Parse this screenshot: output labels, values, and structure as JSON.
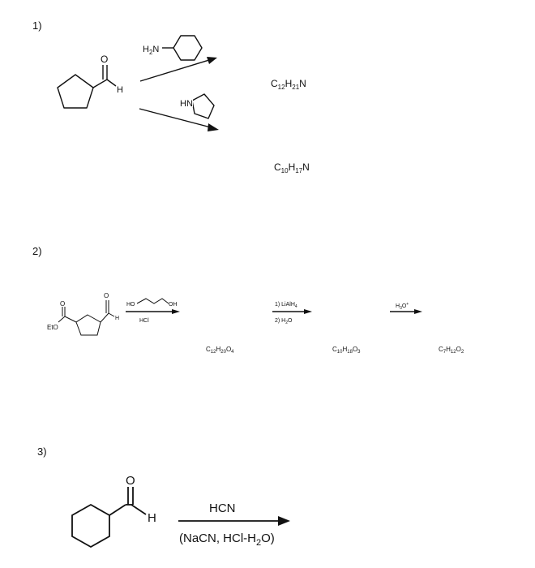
{
  "problems": [
    {
      "number": "1)",
      "reactant": "cyclopentanecarbaldehyde",
      "reagents": [
        {
          "label": "H2N",
          "name": "cyclohexylamine"
        },
        {
          "label": "HN",
          "name": "pyrrolidine"
        }
      ],
      "products": [
        {
          "formula": "C12H21N"
        },
        {
          "formula": "C10H17N"
        }
      ]
    },
    {
      "number": "2)",
      "reactant": {
        "ester_label": "EtO",
        "h_label": "H"
      },
      "step1": {
        "reagent_left": "HO",
        "reagent_right": "OH",
        "below": "HCl"
      },
      "intermediate1": "C12H20O4",
      "step2": {
        "line1": "1) LiAlH4",
        "line2": "2) H2O"
      },
      "intermediate2": "C10H18O3",
      "step3": {
        "reagent": "H3O+"
      },
      "product": "C7H12O2"
    },
    {
      "number": "3)",
      "reactant": "cyclohexanecarbaldehyde",
      "reagent_above": "HCN",
      "reagent_below": "(NaCN, HCl-H2O)"
    }
  ]
}
